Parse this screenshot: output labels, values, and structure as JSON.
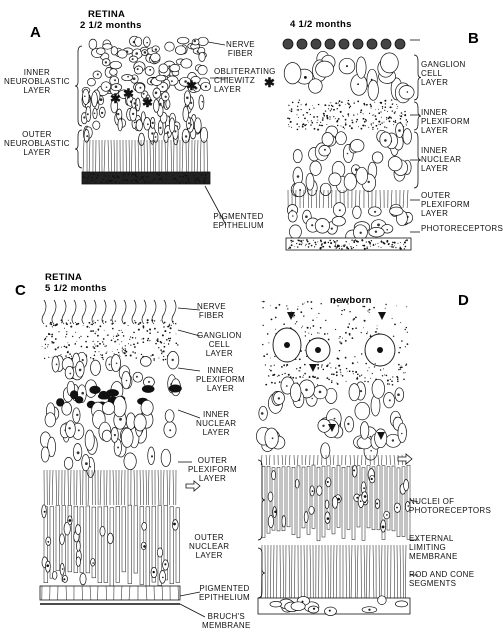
{
  "panels": {
    "a": {
      "letter": "A",
      "title": "RETINA",
      "age": "2 1/2 months"
    },
    "b": {
      "letter": "B",
      "age": "4 1/2 months"
    },
    "c": {
      "letter": "C",
      "title": "RETINA",
      "age": "5 1/2 months"
    },
    "d": {
      "letter": "D",
      "age": "newborn"
    }
  },
  "labels": {
    "nerve_fiber_top": "NERVE\nFIBER",
    "obliterating": "OBLITERATING\nCHIEWITZ\nLAYER",
    "obliterating_mark": "✱",
    "inner_neuroblastic": "INNER\nNEUROBLASTIC\nLAYER",
    "outer_neuroblastic": "OUTER\nNEUROBLASTIC\nLAYER",
    "ganglion_b": "GANGLION\nCELL\nLAYER",
    "inner_plexiform_b": "INNER\nPLEXIFORM\nLAYER",
    "inner_nuclear_b": "INNER\nNUCLEAR\nLAYER",
    "outer_plexiform_b": "OUTER\nPLEXIFORM\nLAYER",
    "photoreceptors": "PHOTORECEPTORS",
    "pigmented_top": "PIGMENTED\nEPITHELIUM",
    "nerve_fiber_c": "NERVE\nFIBER",
    "ganglion_c": "GANGLION\nCELL\nLAYER",
    "inner_plexiform_c": "INNER\nPLEXIFORM\nLAYER",
    "inner_nuclear_c": "INNER\nNUCLEAR\nLAYER",
    "outer_plexiform_c": "OUTER\nPLEXIFORM\nLAYER",
    "nuclei_photo": "NUCLEI OF\nPHOTORECEPTORS",
    "outer_nuclear": "OUTER\nNUCLEAR\nLAYER",
    "ext_limiting": "EXTERNAL\nLIMITING\nMEMBRANE",
    "rod_cone": "ROD and CONE\nSEGMENTS",
    "pigmented_c": "PIGMENTED\nEPITHELIUM",
    "bruch": "BRUCH'S\nMEMBRANE"
  },
  "colors": {
    "ink": "#111111",
    "paper": "#ffffff"
  }
}
